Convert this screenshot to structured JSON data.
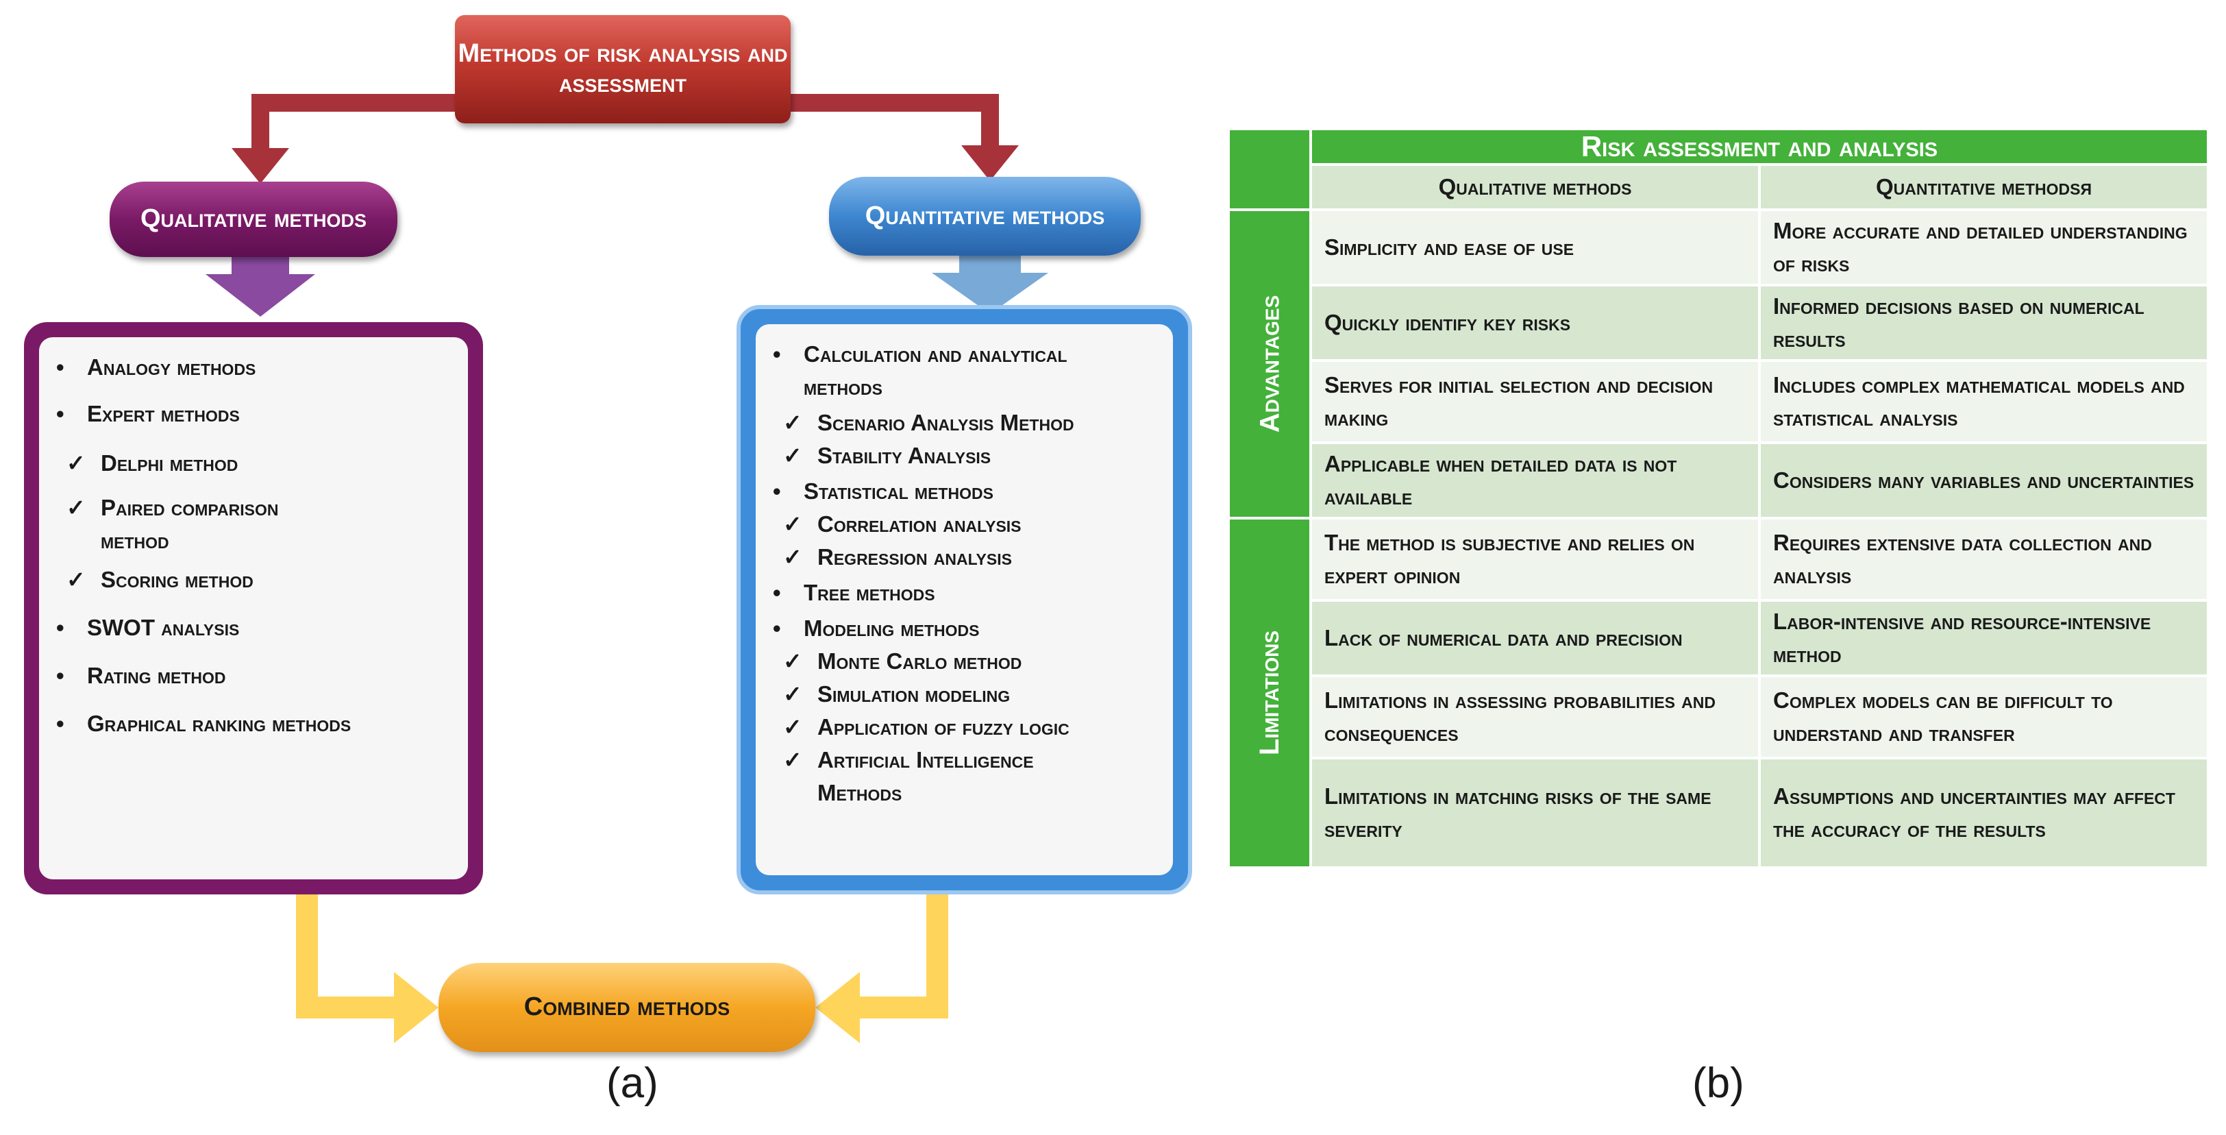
{
  "diagram": {
    "title": "Methods of risk analysis and assessment",
    "qualitative": {
      "label": "Qualitative methods",
      "items": [
        {
          "text": "Analogy methods",
          "level": 1
        },
        {
          "text": "Expert methods",
          "level": 1
        },
        {
          "text": "Delphi method",
          "level": 2
        },
        {
          "text": "Paired comparison method",
          "level": 2
        },
        {
          "text": "Scoring method",
          "level": 2
        },
        {
          "text": "SWOT analysis",
          "level": 1
        },
        {
          "text": "Rating method",
          "level": 1
        },
        {
          "text": "Graphical ranking methods",
          "level": 1
        }
      ]
    },
    "quantitative": {
      "label": "Quantitative methods",
      "items": [
        {
          "text": "Calculation and analytical methods",
          "level": 1
        },
        {
          "text": "Scenario Analysis Method",
          "level": 2
        },
        {
          "text": "Stability Analysis",
          "level": 2
        },
        {
          "text": "Statistical methods",
          "level": 1
        },
        {
          "text": "Correlation analysis",
          "level": 2
        },
        {
          "text": "Regression analysis",
          "level": 2
        },
        {
          "text": "Tree methods",
          "level": 1
        },
        {
          "text": "Modeling methods",
          "level": 1
        },
        {
          "text": "Monte Carlo method",
          "level": 2
        },
        {
          "text": "Simulation modeling",
          "level": 2
        },
        {
          "text": "Application of fuzzy logic",
          "level": 2
        },
        {
          "text": "Artificial Intelligence Methods",
          "level": 2
        }
      ]
    },
    "combined": "Combined methods",
    "caption": "(a)",
    "bullet_symbol": "•",
    "check_symbol": "✓",
    "colors": {
      "title": "#c0392f",
      "qualitative": "#7a1a66",
      "quantitative": "#3d86d0",
      "combined": "#f5a623"
    }
  },
  "table": {
    "title": "Risk assessment and analysis",
    "col_qual": "Qualitative methods",
    "col_quan": "Quantitative methodsя",
    "advantages_label": "Advantages",
    "limitations_label": "Limitations",
    "advantages": [
      {
        "qual": "Simplicity and ease of use",
        "quan": "More accurate and detailed understanding of risks"
      },
      {
        "qual": "Quickly identify key risks",
        "quan": "Informed decisions based on numerical results"
      },
      {
        "qual": "Serves for initial selection and decision making",
        "quan": "Includes complex mathematical models and statistical analysis"
      },
      {
        "qual": "Applicable when detailed data is not available",
        "quan": "Considers many variables and uncertainties"
      }
    ],
    "limitations": [
      {
        "qual": "The method is subjective and relies on expert opinion",
        "quan": "Requires extensive data collection and analysis"
      },
      {
        "qual": "Lack of numerical data and precision",
        "quan": "Labor-intensive and resource-intensive method"
      },
      {
        "qual": "Limitations in assessing probabilities and consequences",
        "quan": "Complex models can be difficult to understand and transfer"
      },
      {
        "qual": "Limitations in matching risks of the same severity",
        "quan": "Assumptions and uncertainties may affect the accuracy of the results"
      }
    ],
    "caption": "(b)",
    "colors": {
      "header": "#44b13a",
      "row_light": "#eff5ec",
      "row_dark": "#d6e6cf"
    }
  }
}
